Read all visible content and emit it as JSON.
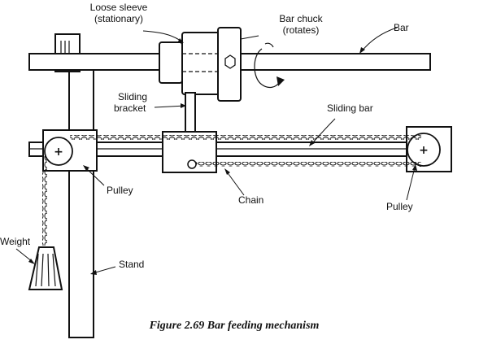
{
  "labels": {
    "loose_sleeve_1": "Loose sleeve",
    "loose_sleeve_2": "(stationary)",
    "bar_chuck_1": "Bar chuck",
    "bar_chuck_2": "(rotates)",
    "bar": "Bar",
    "sliding_bracket_1": "Sliding",
    "sliding_bracket_2": "bracket",
    "sliding_bar": "Sliding bar",
    "pulley_left": "Pulley",
    "chain": "Chain",
    "pulley_right": "Pulley",
    "weight": "Weight",
    "stand": "Stand"
  },
  "caption": "Figure 2.69 Bar feeding mechanism"
}
